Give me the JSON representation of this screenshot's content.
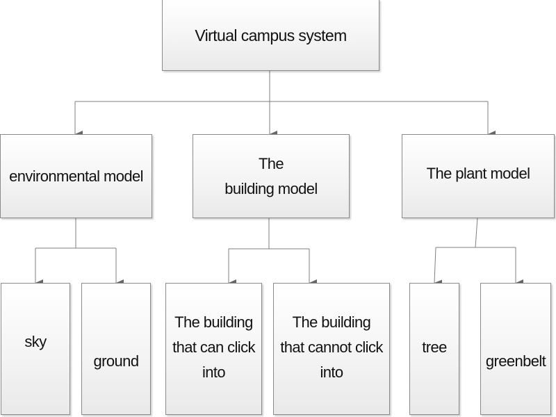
{
  "diagram": {
    "type": "hierarchy",
    "root": {
      "id": "root",
      "label": "Virtual campus system"
    },
    "level1": [
      {
        "id": "environmental",
        "label": "environmental model"
      },
      {
        "id": "building",
        "label": "The\nbuilding model"
      },
      {
        "id": "plant",
        "label": "The plant model"
      }
    ],
    "level2": [
      {
        "id": "sky",
        "parent": "environmental",
        "label": "sky"
      },
      {
        "id": "ground",
        "parent": "environmental",
        "label": "ground"
      },
      {
        "id": "can-click",
        "parent": "building",
        "label": "The building\nthat can click\ninto"
      },
      {
        "id": "cannot-click",
        "parent": "building",
        "label": "The building\nthat cannot click\ninto"
      },
      {
        "id": "tree",
        "parent": "plant",
        "label": "tree"
      },
      {
        "id": "greenbelt",
        "parent": "plant",
        "label": "greenbelt"
      }
    ],
    "edges": [
      [
        "root",
        "environmental"
      ],
      [
        "root",
        "building"
      ],
      [
        "root",
        "plant"
      ],
      [
        "environmental",
        "sky"
      ],
      [
        "environmental",
        "ground"
      ],
      [
        "building",
        "can-click"
      ],
      [
        "building",
        "cannot-click"
      ],
      [
        "plant",
        "tree"
      ],
      [
        "plant",
        "greenbelt"
      ]
    ],
    "colors": {
      "line": "#7f7f7f",
      "border": "#8a8a8a",
      "text": "#111111"
    }
  }
}
